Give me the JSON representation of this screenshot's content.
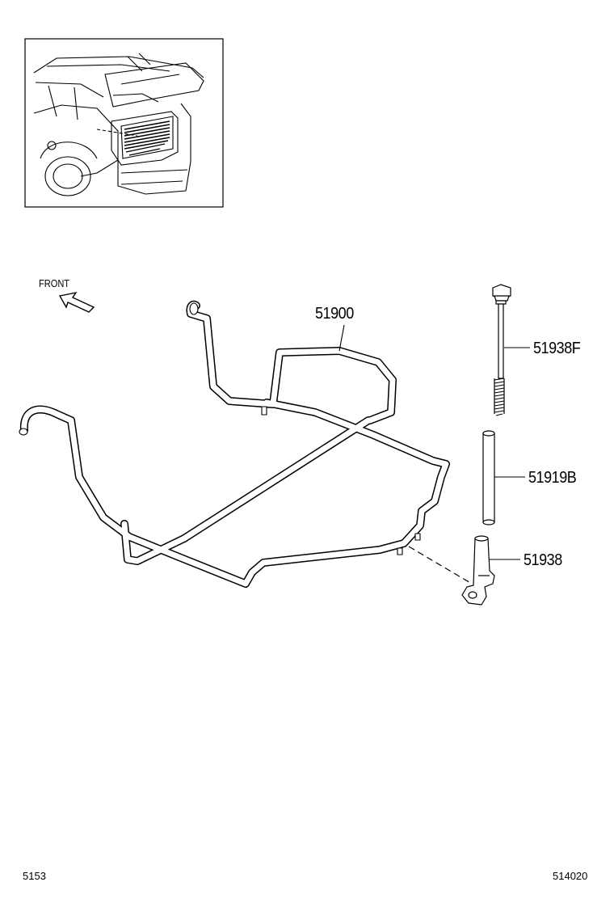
{
  "direction_label": "FRONT",
  "callouts": {
    "frame": "51900",
    "bolt": "51938F",
    "collar": "51919B",
    "bracket": "51938"
  },
  "footer": {
    "left_code": "5153",
    "right_code": "514020"
  }
}
